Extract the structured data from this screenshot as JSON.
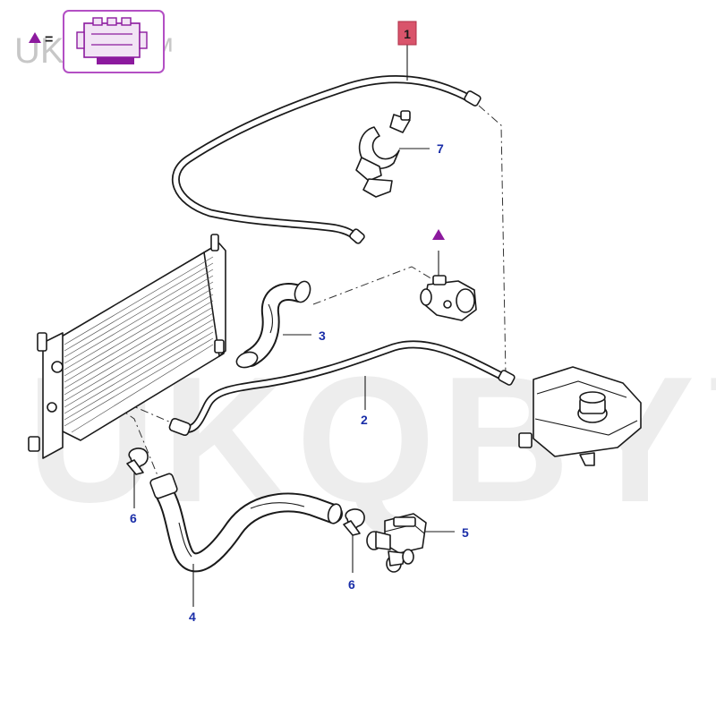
{
  "watermark": {
    "brand_small": "UKQBY™",
    "brand_large": "UKQBY™"
  },
  "legend": {
    "equals_text": "=",
    "triangle_color": "#8c1a9e",
    "box_color": "#b34fc4",
    "icon": "engine-icon"
  },
  "highlight_color": "#d9546b",
  "callout_color": "#1a2ea8",
  "callouts": {
    "c1": "1",
    "c2": "2",
    "c3": "3",
    "c4": "4",
    "c5": "5",
    "c6a": "6",
    "c6b": "6",
    "c7": "7"
  }
}
